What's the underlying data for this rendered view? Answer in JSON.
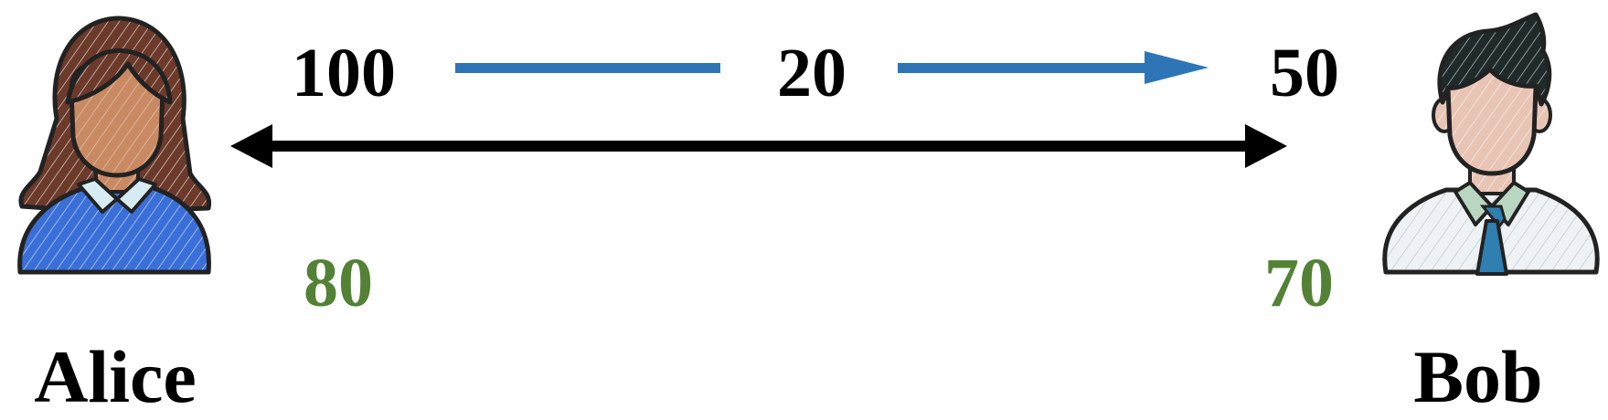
{
  "alice": {
    "name": "Alice",
    "balance_before": "100",
    "balance_after": "80"
  },
  "bob": {
    "name": "Bob",
    "balance_before": "50",
    "balance_after": "70"
  },
  "transfer": {
    "amount": "20"
  },
  "colors": {
    "transfer_arrow": "#2e75b6",
    "balance_after_text": "#538135",
    "balance_before_text": "#000000",
    "channel_arrow": "#000000",
    "alice_hair": "#6b3a2a",
    "alice_skin": "#c98a63",
    "alice_sweater": "#3a6fd8",
    "bob_hair": "#1f2a2a",
    "bob_skin": "#e8c4b4",
    "bob_shirt": "#eef2f5",
    "bob_tie": "#2f7fb0",
    "bob_collar": "#b9d7c0"
  },
  "icons": {
    "alice": "woman-avatar-icon",
    "bob": "man-avatar-icon"
  }
}
